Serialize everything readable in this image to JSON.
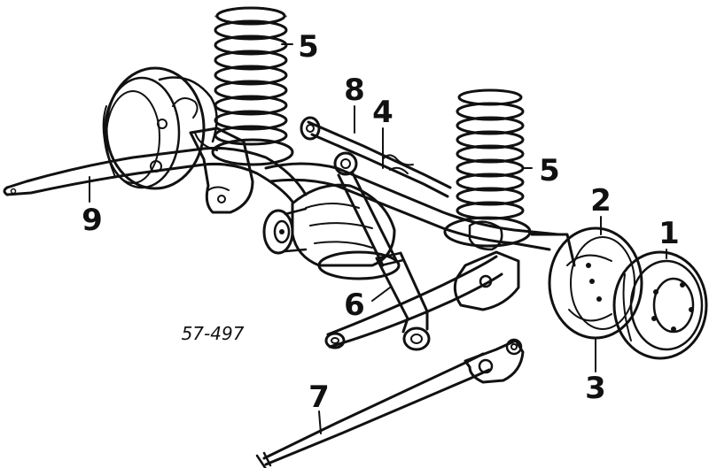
{
  "diagram": {
    "reference_code": "57-497",
    "callouts": [
      {
        "id": "drum",
        "label": "1"
      },
      {
        "id": "backing-plate",
        "label": "2"
      },
      {
        "id": "brake-shoe",
        "label": "3"
      },
      {
        "id": "shock-absorber",
        "label": "4"
      },
      {
        "id": "coil-spring-left",
        "label": "5"
      },
      {
        "id": "coil-spring-right",
        "label": "5"
      },
      {
        "id": "lower-control-arm",
        "label": "6"
      },
      {
        "id": "upper-control-arm",
        "label": "7"
      },
      {
        "id": "track-bar",
        "label": "8"
      },
      {
        "id": "stabilizer-bar",
        "label": "9"
      }
    ]
  }
}
